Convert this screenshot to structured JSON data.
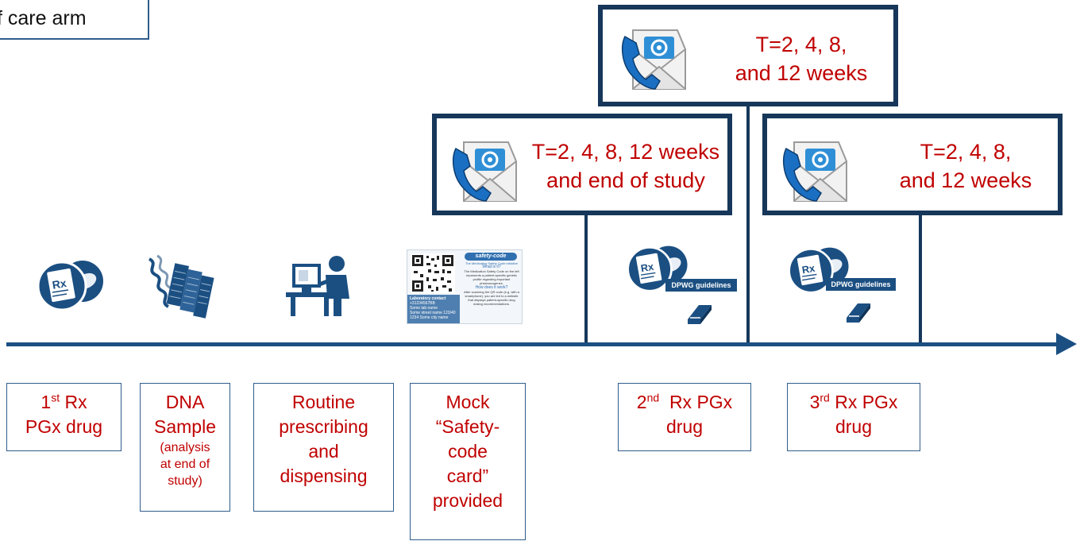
{
  "title": "f care arm",
  "followups": {
    "top": {
      "line1": "T=2, 4, 8,",
      "line2": "and 12 weeks"
    },
    "left": {
      "line1": "T=2, 4, 8, 12 weeks",
      "line2": "and end of study"
    },
    "right": {
      "line1": "T=2, 4, 8,",
      "line2": "and 12 weeks"
    }
  },
  "guideline_label": "DPWG guidelines",
  "card": {
    "brand": "safety-code",
    "tagline": "The Medication Safety Code initiative",
    "q1": "What is it?",
    "body1": "The Medication Safety Code on the left represents a patient-specific genetic profile regarding important pharmacogenes.",
    "q2": "How does it work?",
    "body2": "After scanning the QR code (e.g. with a smartphone), you are led to a website that displays patient-specific drug dosing recommendations.",
    "lab_title": "Laboratory contact",
    "lab_lines": [
      "+31234567BB",
      "Some lab name",
      "Some street name 123/40",
      "1234 Some city name"
    ]
  },
  "steps": [
    {
      "main": "1",
      "sup": "st",
      "after": " Rx",
      "line2": "PGx drug"
    },
    {
      "line1": "DNA",
      "line2": "Sample",
      "note": [
        "(analysis",
        "at end of",
        "study)"
      ]
    },
    {
      "lines": [
        "Routine",
        "prescribing",
        "and",
        "dispensing"
      ]
    },
    {
      "lines": [
        "Mock",
        "“Safety-",
        "code",
        "card”",
        "provided"
      ]
    },
    {
      "main": "2",
      "sup": "nd",
      "after": "  Rx PGx",
      "line2": "drug"
    },
    {
      "main": "3",
      "sup": "rd",
      "after": " Rx PGx",
      "line2": "drug"
    }
  ],
  "colors": {
    "frame": "#16375a",
    "axis": "#1b4f82",
    "text_red": "#c00000",
    "label_border": "#2f5d8c"
  }
}
